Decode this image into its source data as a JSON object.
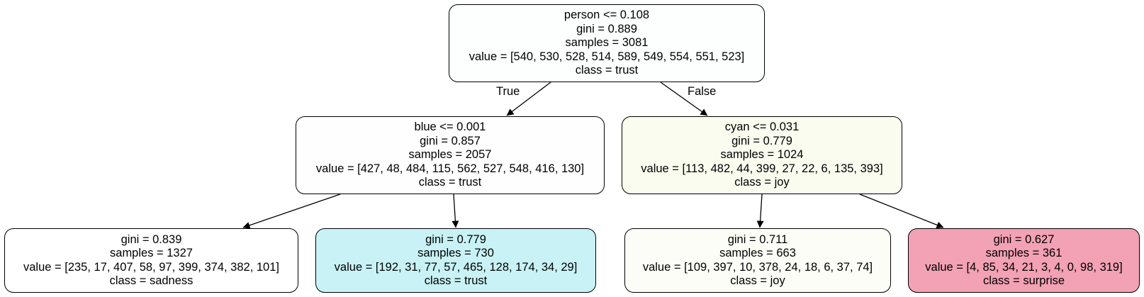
{
  "tree": {
    "nodes": [
      {
        "id": "root",
        "lines": [
          "person <= 0.108",
          "gini = 0.889",
          "samples = 3081",
          "value = [540, 530, 528, 514, 589, 549, 554, 551, 523]",
          "class = trust"
        ],
        "fill": "#fdfefe"
      },
      {
        "id": "left",
        "lines": [
          "blue <= 0.001",
          "gini = 0.857",
          "samples = 2057",
          "value = [427, 48, 484, 115, 562, 527, 548, 416, 130]",
          "class = trust"
        ],
        "fill": "#fefeff"
      },
      {
        "id": "right",
        "lines": [
          "cyan <= 0.031",
          "gini = 0.779",
          "samples = 1024",
          "value = [113, 482, 44, 399, 27, 22, 6, 135, 393]",
          "class = joy"
        ],
        "fill": "#fafcf0"
      },
      {
        "id": "left-left",
        "lines": [
          "gini = 0.839",
          "samples = 1327",
          "value = [235, 17, 407, 58, 97, 399, 374, 382, 101]",
          "class = sadness"
        ],
        "fill": "#ffffff"
      },
      {
        "id": "left-right",
        "lines": [
          "gini = 0.779",
          "samples = 730",
          "value = [192, 31, 77, 57, 465, 128, 174, 34, 29]",
          "class = trust"
        ],
        "fill": "#c8f2f6"
      },
      {
        "id": "right-left",
        "lines": [
          "gini = 0.711",
          "samples = 663",
          "value = [109, 397, 10, 378, 24, 18, 6, 37, 74]",
          "class = joy"
        ],
        "fill": "#fdfdf7"
      },
      {
        "id": "right-right",
        "lines": [
          "gini = 0.627",
          "samples = 361",
          "value = [4, 85, 34, 21, 3, 4, 0, 98, 319]",
          "class = surprise"
        ],
        "fill": "#f3a1b4"
      }
    ],
    "edges": [
      {
        "from": "root",
        "to": "left",
        "label": "True"
      },
      {
        "from": "root",
        "to": "right",
        "label": "False"
      },
      {
        "from": "left",
        "to": "left-left",
        "label": ""
      },
      {
        "from": "left",
        "to": "left-right",
        "label": ""
      },
      {
        "from": "right",
        "to": "right-left",
        "label": ""
      },
      {
        "from": "right",
        "to": "right-right",
        "label": ""
      }
    ]
  }
}
